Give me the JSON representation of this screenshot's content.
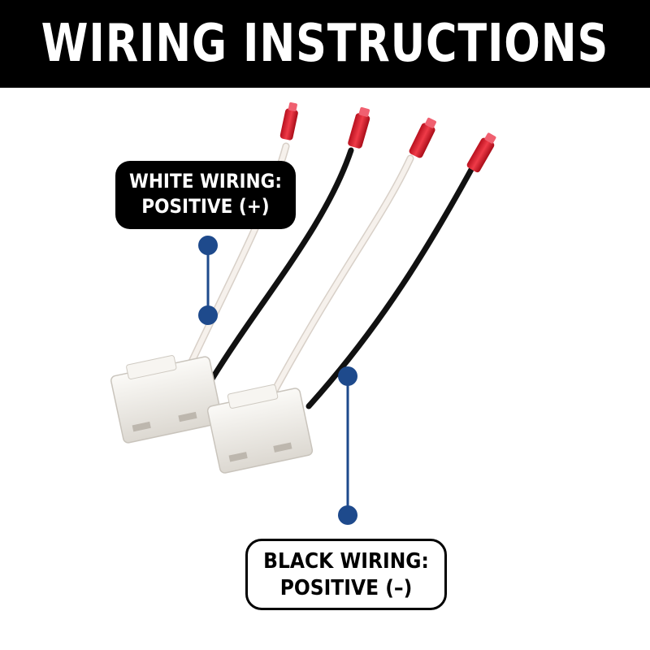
{
  "header": {
    "title": "WIRING INSTRUCTIONS"
  },
  "callouts": {
    "white": {
      "line1": "WHITE WIRING:",
      "line2": "POSITIVE (+)"
    },
    "black": {
      "line1": "BLACK WIRING:",
      "line2": "POSITIVE (–)"
    }
  },
  "colors": {
    "header_bg": "#000000",
    "header_text": "#ffffff",
    "pointer_blue": "#1e4a8c",
    "terminal_red": "#e02030",
    "wire_white": "#f3ece6",
    "wire_black": "#111111",
    "connector": "#f2f0ec"
  }
}
